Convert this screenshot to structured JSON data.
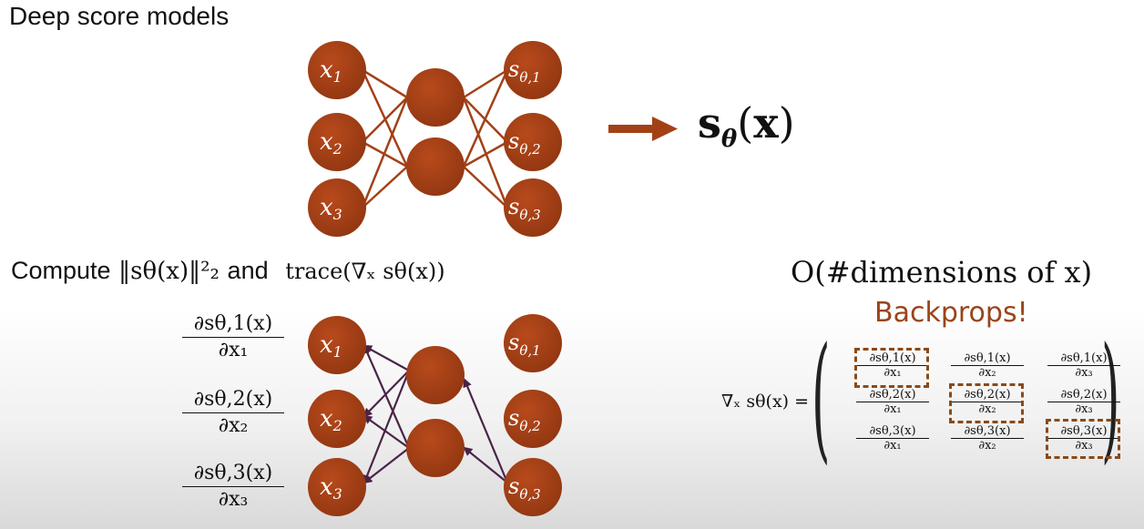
{
  "title": "Deep score models",
  "colors": {
    "node": "#a34116",
    "forward_edge": "#a34116",
    "backward_edge": "#4a2447",
    "accent_text": "#9a4419",
    "dash": "#8a4a18"
  },
  "network_top": {
    "inputs": [
      "x1",
      "x2",
      "x3"
    ],
    "outputs": [
      "sθ,1",
      "sθ,2",
      "sθ,3"
    ]
  },
  "arrow_result": "sθ(x)",
  "compute": {
    "prefix": "Compute",
    "norm": "‖sθ(x)‖²₂",
    "and": "and",
    "trace": "trace(∇ₓ sθ(x))"
  },
  "partials": [
    {
      "num": "∂sθ,1(x)",
      "den": "∂x₁"
    },
    {
      "num": "∂sθ,2(x)",
      "den": "∂x₂"
    },
    {
      "num": "∂sθ,3(x)",
      "den": "∂x₃"
    }
  ],
  "complexity": "O(#dimensions of x)",
  "backprops": "Backprops!",
  "jacobian": {
    "label": "∇ₓ sθ(x) =",
    "cells": [
      [
        {
          "n": "∂sθ,1(x)",
          "d": "∂x₁"
        },
        {
          "n": "∂sθ,1(x)",
          "d": "∂x₂"
        },
        {
          "n": "∂sθ,1(x)",
          "d": "∂x₃"
        }
      ],
      [
        {
          "n": "∂sθ,2(x)",
          "d": "∂x₁"
        },
        {
          "n": "∂sθ,2(x)",
          "d": "∂x₂"
        },
        {
          "n": "∂sθ,2(x)",
          "d": "∂x₃"
        }
      ],
      [
        {
          "n": "∂sθ,3(x)",
          "d": "∂x₁"
        },
        {
          "n": "∂sθ,3(x)",
          "d": "∂x₂"
        },
        {
          "n": "∂sθ,3(x)",
          "d": "∂x₃"
        }
      ]
    ]
  }
}
